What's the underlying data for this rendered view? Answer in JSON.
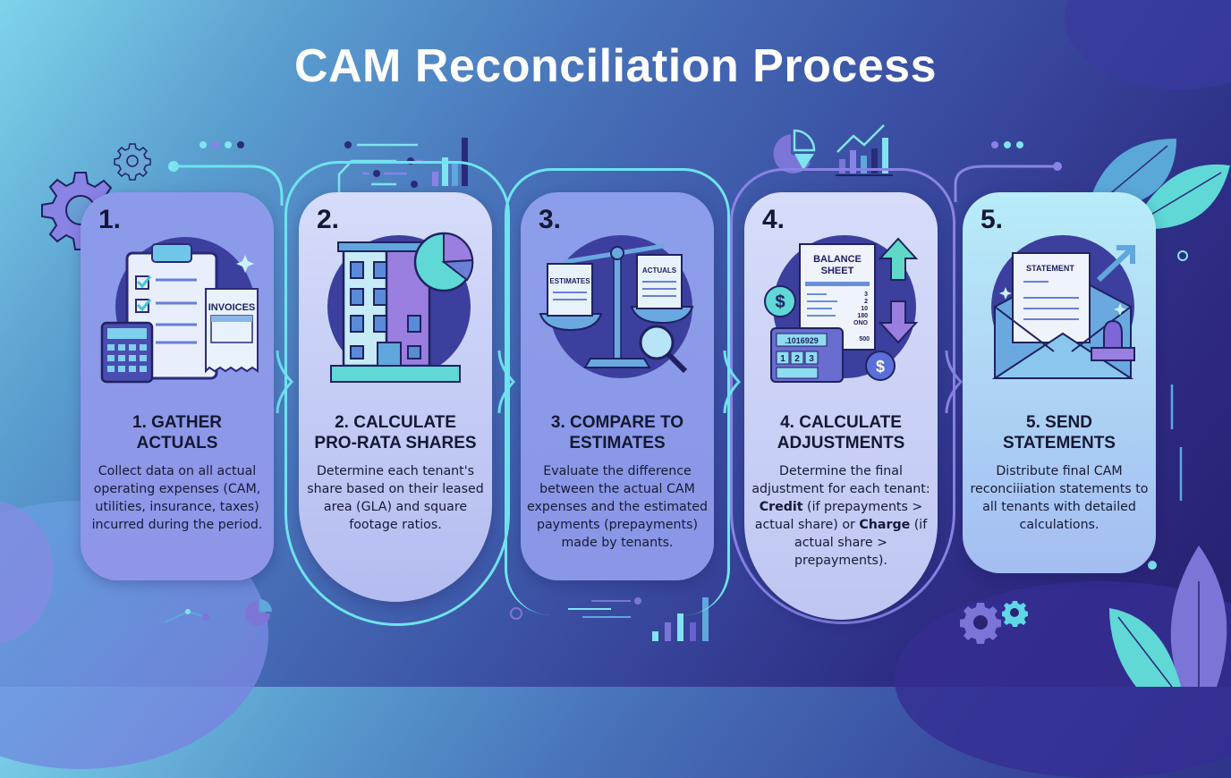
{
  "title": "CAM Reconciliation Process",
  "colors": {
    "accent_cyan": "#6ee3ef",
    "accent_purple": "#8a7fe0",
    "dark_navy": "#2a2472",
    "text_dark": "#141833"
  },
  "steps": [
    {
      "number": "1.",
      "heading_line1": "1. GATHER",
      "heading_line2": "ACTUALS",
      "description": "Collect data on all actual operating expenses (CAM, utilities, insurance, taxes) incurred during the period.",
      "icon": "clipboard-invoices-calculator-icon",
      "icon_label": "INVOICES"
    },
    {
      "number": "2.",
      "heading_line1": "2. CALCULATE",
      "heading_line2": "PRO-RATA SHARES",
      "description": "Determine each tenant's share based on their leased area (GLA) and square footage ratios.",
      "icon": "building-pie-ruler-icon"
    },
    {
      "number": "3.",
      "heading_line1": "3. COMPARE TO",
      "heading_line2": "ESTIMATES",
      "description": "Evaluate the difference between the actual CAM expenses and the estimated payments (prepayments) made by tenants.",
      "icon": "balance-scale-icon",
      "icon_label_left": "ESTIMATES",
      "icon_label_right": "ACTUALS"
    },
    {
      "number": "4.",
      "heading_line1": "4. CALCULATE",
      "heading_line2": "ADJUSTMENTS",
      "description_parts": {
        "p1": "Determine the final adjustment for each tenant: ",
        "credit": "Credit",
        "p2": " (if prepayments > actual share) or ",
        "charge": "Charge",
        "p3": " (if actual share > prepayments)."
      },
      "icon": "balance-sheet-calculator-icon",
      "icon_label": "BALANCE SHEET",
      "sheet_values": [
        "3",
        "2",
        "10",
        "180",
        "ONO",
        "500"
      ],
      "calculator_display": ".1016929",
      "calculator_keys": [
        "1",
        "2",
        "3"
      ]
    },
    {
      "number": "5.",
      "heading_line1": "5. SEND",
      "heading_line2": "STATEMENTS",
      "description": "Distribute final CAM reconciiiation statements to all tenants with detailed calculations.",
      "icon": "envelope-statement-stamp-icon",
      "icon_label": "STATEMENT"
    }
  ]
}
